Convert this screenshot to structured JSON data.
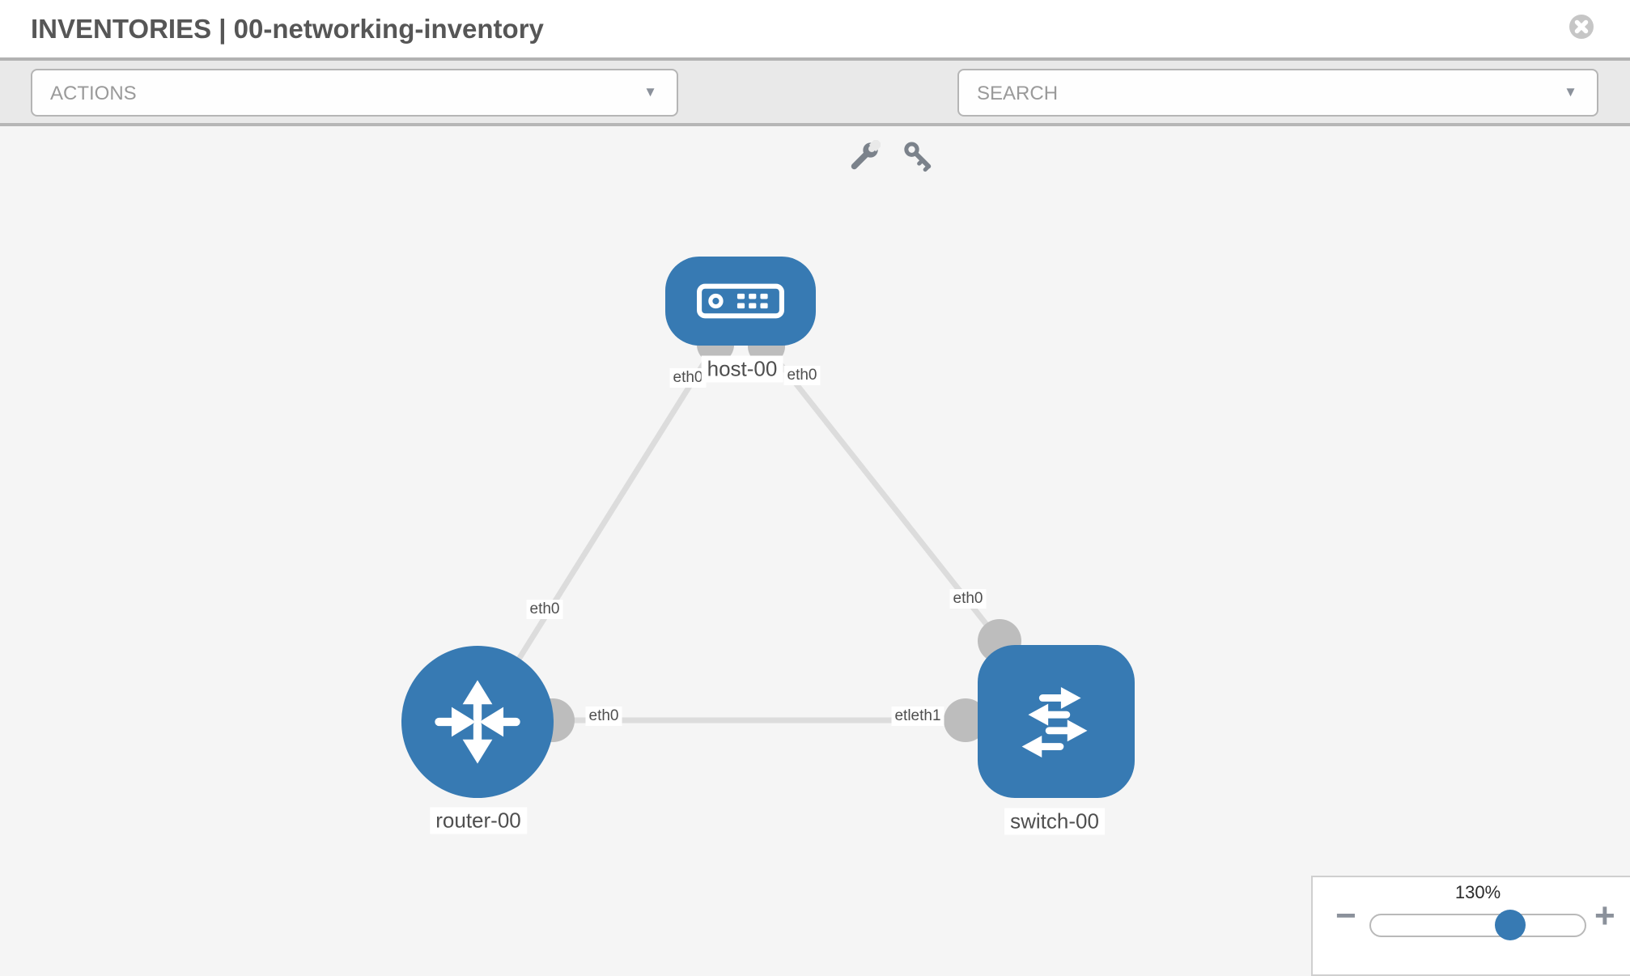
{
  "window": {
    "title": "INVENTORIES | 00-networking-inventory"
  },
  "toolbar": {
    "actions": {
      "placeholder": "ACTIONS"
    },
    "search": {
      "placeholder": "SEARCH"
    }
  },
  "icons": {
    "caret_down": "▼"
  },
  "topology": {
    "nodes": [
      {
        "id": "host-00",
        "type": "host",
        "label": "host-00"
      },
      {
        "id": "router-00",
        "type": "router",
        "label": "router-00"
      },
      {
        "id": "switch-00",
        "type": "switch",
        "label": "switch-00"
      }
    ],
    "links": [
      {
        "from": "host-00",
        "to": "router-00",
        "from_label": "eth0",
        "to_label": "eth0"
      },
      {
        "from": "host-00",
        "to": "switch-00",
        "from_label": "eth0",
        "to_label": "eth0"
      },
      {
        "from": "router-00",
        "to": "switch-00",
        "from_label": "eth0",
        "to_label": "etleth1"
      }
    ]
  },
  "zoom_control": {
    "level": "130%",
    "percent": 65,
    "minus_label": "−",
    "plus_label": "+"
  },
  "colors": {
    "node_blue": "#377ab3",
    "link_gray": "#dcdcdc",
    "connector_gray": "#bdbdbd"
  }
}
